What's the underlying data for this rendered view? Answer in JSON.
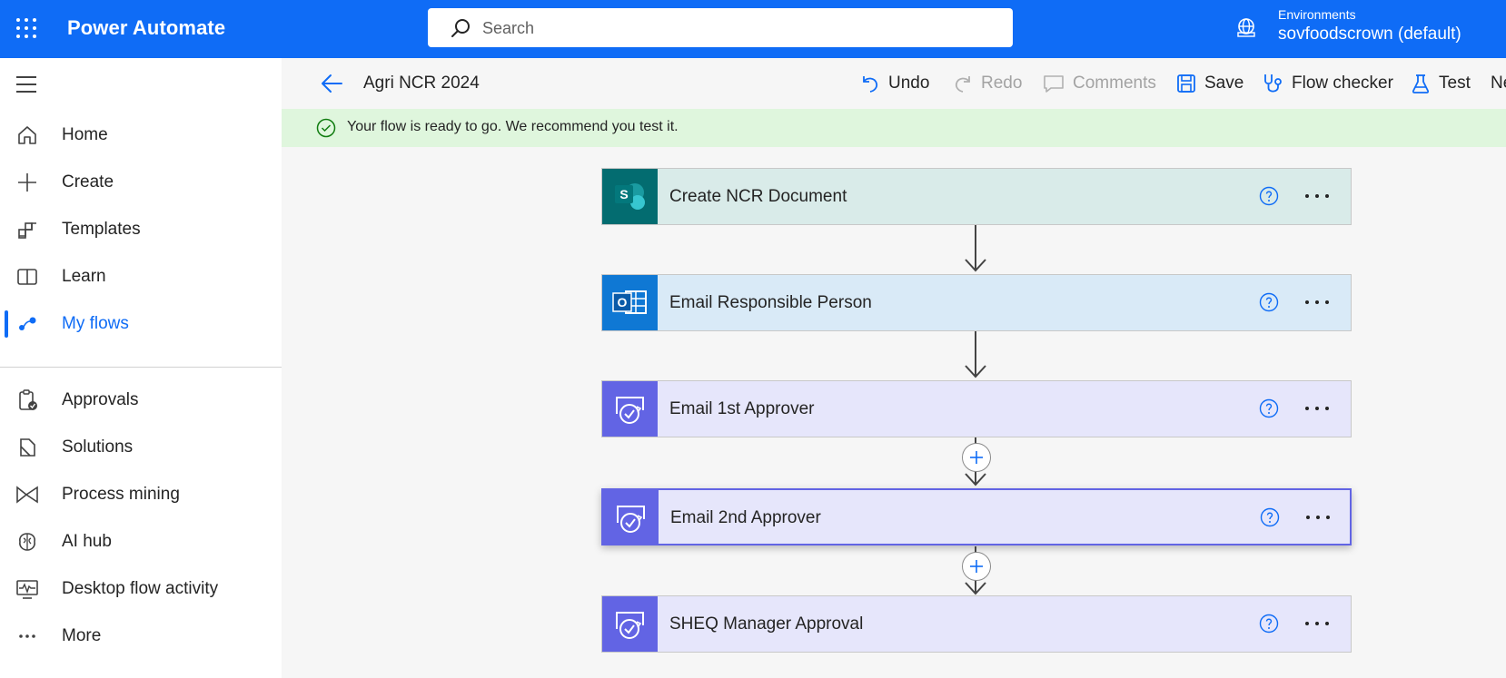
{
  "header": {
    "app_name": "Power Automate",
    "search_placeholder": "Search",
    "environment_label": "Environments",
    "environment_value": "sovfoodscrown (default)",
    "accent_color": "#0f6cf6"
  },
  "nav": {
    "items": [
      {
        "label": "Home",
        "icon": "home-icon"
      },
      {
        "label": "Create",
        "icon": "plus-icon"
      },
      {
        "label": "Templates",
        "icon": "templates-icon"
      },
      {
        "label": "Learn",
        "icon": "book-icon"
      },
      {
        "label": "My flows",
        "icon": "flows-icon",
        "active": true
      },
      {
        "label": "Approvals",
        "icon": "clipboard-check-icon"
      },
      {
        "label": "Solutions",
        "icon": "solutions-icon"
      },
      {
        "label": "Process mining",
        "icon": "process-mining-icon"
      },
      {
        "label": "AI hub",
        "icon": "brain-icon"
      },
      {
        "label": "Desktop flow activity",
        "icon": "desktop-activity-icon"
      },
      {
        "label": "More",
        "icon": "ellipsis-icon"
      }
    ]
  },
  "commandbar": {
    "flow_name": "Agri NCR 2024",
    "undo": "Undo",
    "redo": "Redo",
    "comments": "Comments",
    "save": "Save",
    "flow_checker": "Flow checker",
    "test": "Test",
    "overflow": "Ne"
  },
  "banner": {
    "text": "Your flow is ready to go. We recommend you test it.",
    "color": "#dff6dd"
  },
  "flow": {
    "steps": [
      {
        "title": "Create NCR Document",
        "connector": "sharepoint",
        "bg": "#d9ebe9",
        "tile": "#036c70"
      },
      {
        "title": "Email Responsible Person",
        "connector": "outlook",
        "bg": "#d9eaf7",
        "tile": "#0f78d4"
      },
      {
        "title": "Email 1st Approver",
        "connector": "approvals",
        "bg": "#e6e6fb",
        "tile": "#6264e4"
      },
      {
        "title": "Email 2nd Approver",
        "connector": "approvals",
        "bg": "#e6e6fb",
        "tile": "#6264e4",
        "selected": true
      },
      {
        "title": "SHEQ Manager Approval",
        "connector": "approvals",
        "bg": "#e6e6fb",
        "tile": "#6264e4"
      }
    ]
  }
}
